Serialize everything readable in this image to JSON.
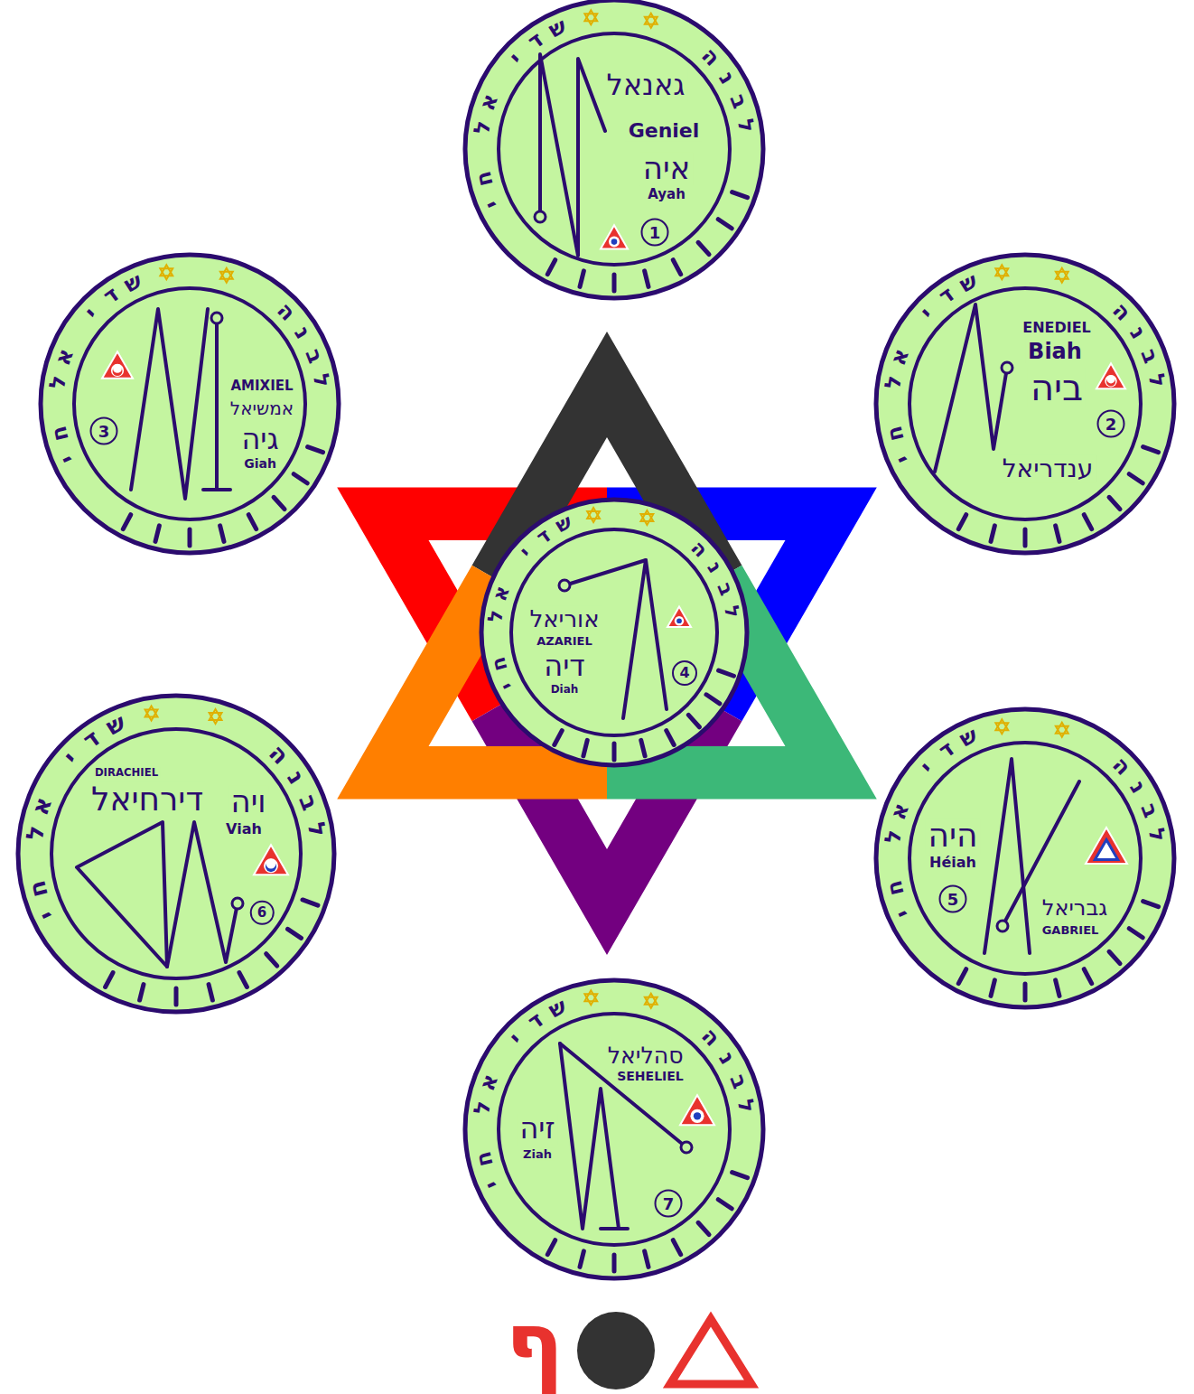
{
  "diagram": {
    "nodes": [
      {
        "text": [
          "לבנה שדי אל חי",
          "גאנאל",
          "Geniel",
          "איה",
          "Ayah",
          "1"
        ]
      },
      {
        "text": [
          "לבנה שדי אל חי",
          "AMIXIEL",
          "אמשיאל",
          "גיה",
          "Giah",
          "3"
        ]
      },
      {
        "text": [
          "לבנה שדי אל חי",
          "ENEDIEL",
          "Biah",
          "ביה",
          "2",
          "ענדריאל"
        ]
      },
      {
        "text": [
          "לבנה שדי אל חי",
          "אוריאל",
          "AZARIEL",
          "דיה",
          "Diah",
          "4"
        ]
      },
      {
        "text": [
          "לבנה שדי אל חי",
          "DIRACHIEL",
          "דירחיאל",
          "ויה",
          "Viah",
          "6"
        ]
      },
      {
        "text": [
          "לבנה שדי אל חי",
          "היה",
          "Héiah",
          "5",
          "גבריאל",
          "GABRIEL"
        ]
      },
      {
        "text": [
          "לבנה שדי אל חי",
          "סהליאל",
          "SEHELIEL",
          "זיה",
          "Ziah",
          "7"
        ]
      }
    ],
    "labels": [
      "ף"
    ]
  }
}
